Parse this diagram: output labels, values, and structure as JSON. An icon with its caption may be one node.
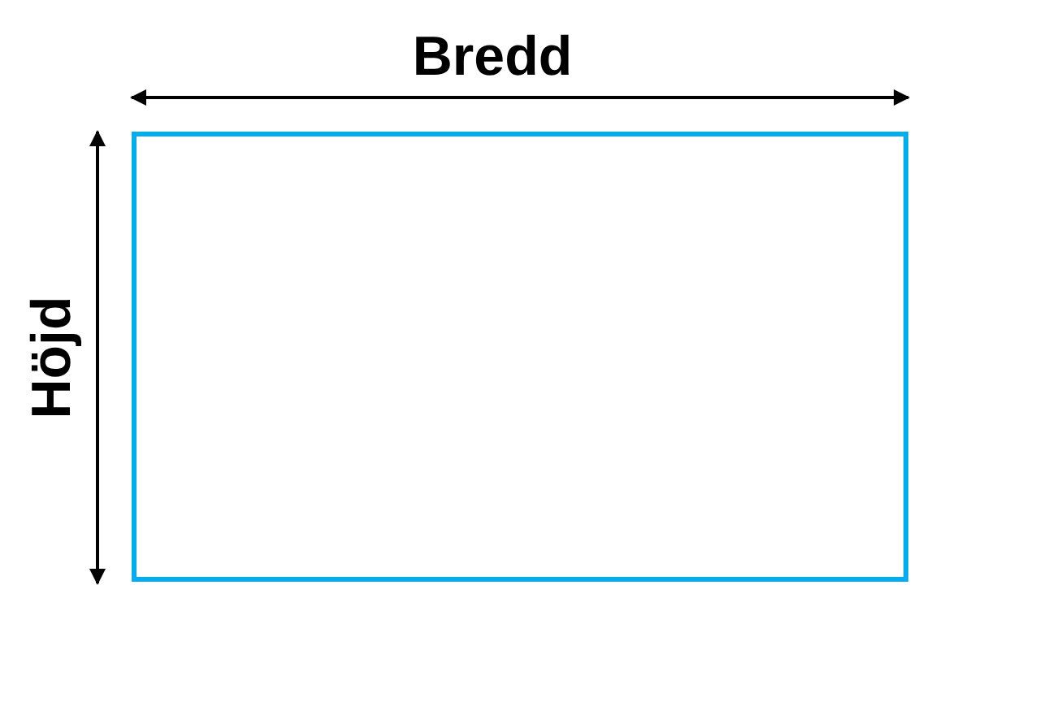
{
  "diagram": {
    "nodes": [
      {
        "text": [],
        "shape": "box"
      }
    ],
    "labels": [
      "Bredd",
      "Höjd"
    ]
  }
}
